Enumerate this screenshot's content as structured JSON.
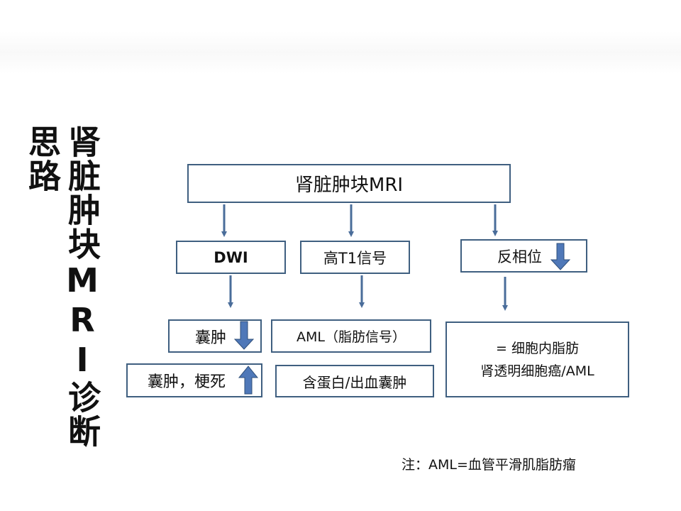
{
  "title": "肾脏肿块MRI诊断思路",
  "root": "肾脏肿块MRI",
  "level1": {
    "dwi": "DWI",
    "t1": "高T1信号",
    "opposed_phase": "反相位"
  },
  "level2": {
    "cyst": "囊肿",
    "cyst_infarct": "囊肿，梗死",
    "aml": "AML（脂肪信号）",
    "hemorrhagic": "含蛋白/出血囊肿",
    "fat_line1": "= 细胞内脂肪",
    "fat_line2": "肾透明细胞癌/AML"
  },
  "note": "注：AML=血管平滑肌脂肪瘤",
  "colors": {
    "box_border": "#3f5f80",
    "arrow_blue": "#4a6d9a",
    "indicator_blue": "#4f78b8"
  },
  "icons": {
    "dwi_down": "down-arrow-icon",
    "dwi_up": "up-arrow-icon",
    "op_down": "down-arrow-icon"
  }
}
